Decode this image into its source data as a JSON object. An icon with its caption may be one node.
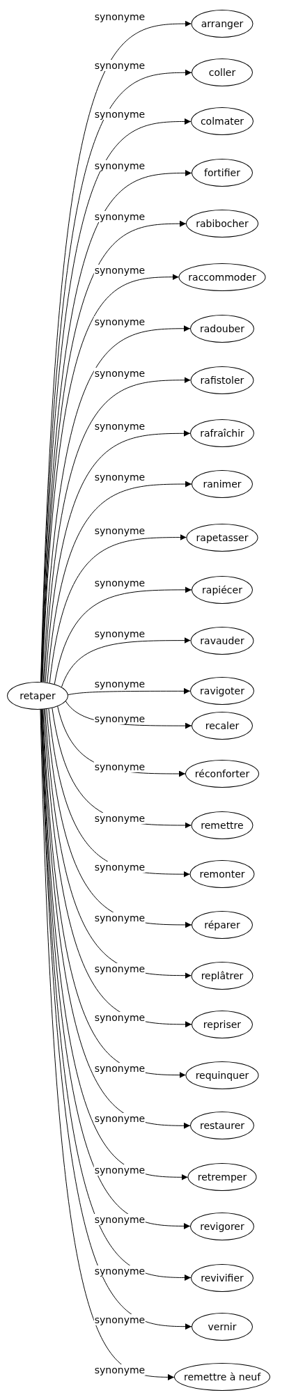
{
  "diagram": {
    "nodes": [
      {
        "text": [
          "retaper"
        ]
      },
      {
        "text": [
          "arranger"
        ]
      },
      {
        "text": [
          "coller"
        ]
      },
      {
        "text": [
          "colmater"
        ]
      },
      {
        "text": [
          "fortifier"
        ]
      },
      {
        "text": [
          "rabibocher"
        ]
      },
      {
        "text": [
          "raccommoder"
        ]
      },
      {
        "text": [
          "radouber"
        ]
      },
      {
        "text": [
          "rafistoler"
        ]
      },
      {
        "text": [
          "rafraîchir"
        ]
      },
      {
        "text": [
          "ranimer"
        ]
      },
      {
        "text": [
          "rapetasser"
        ]
      },
      {
        "text": [
          "rapiécer"
        ]
      },
      {
        "text": [
          "ravauder"
        ]
      },
      {
        "text": [
          "ravigoter"
        ]
      },
      {
        "text": [
          "recaler"
        ]
      },
      {
        "text": [
          "réconforter"
        ]
      },
      {
        "text": [
          "remettre"
        ]
      },
      {
        "text": [
          "remonter"
        ]
      },
      {
        "text": [
          "réparer"
        ]
      },
      {
        "text": [
          "replâtrer"
        ]
      },
      {
        "text": [
          "repriser"
        ]
      },
      {
        "text": [
          "requinquer"
        ]
      },
      {
        "text": [
          "restaurer"
        ]
      },
      {
        "text": [
          "retremper"
        ]
      },
      {
        "text": [
          "revigorer"
        ]
      },
      {
        "text": [
          "revivifier"
        ]
      },
      {
        "text": [
          "vernir"
        ]
      },
      {
        "text": [
          "remettre à neuf"
        ]
      }
    ],
    "edges": [
      {
        "from": 0,
        "to": 1,
        "arrow": "to",
        "label": "synonyme"
      },
      {
        "from": 0,
        "to": 2,
        "arrow": "to",
        "label": "synonyme"
      },
      {
        "from": 0,
        "to": 3,
        "arrow": "to",
        "label": "synonyme"
      },
      {
        "from": 0,
        "to": 4,
        "arrow": "to",
        "label": "synonyme"
      },
      {
        "from": 0,
        "to": 5,
        "arrow": "to",
        "label": "synonyme"
      },
      {
        "from": 0,
        "to": 6,
        "arrow": "to",
        "label": "synonyme"
      },
      {
        "from": 0,
        "to": 7,
        "arrow": "to",
        "label": "synonyme"
      },
      {
        "from": 0,
        "to": 8,
        "arrow": "to",
        "label": "synonyme"
      },
      {
        "from": 0,
        "to": 9,
        "arrow": "to",
        "label": "synonyme"
      },
      {
        "from": 0,
        "to": 10,
        "arrow": "to",
        "label": "synonyme"
      },
      {
        "from": 0,
        "to": 11,
        "arrow": "to",
        "label": "synonyme"
      },
      {
        "from": 0,
        "to": 12,
        "arrow": "to",
        "label": "synonyme"
      },
      {
        "from": 0,
        "to": 13,
        "arrow": "to",
        "label": "synonyme"
      },
      {
        "from": 0,
        "to": 14,
        "arrow": "to",
        "label": "synonyme"
      },
      {
        "from": 0,
        "to": 15,
        "arrow": "to",
        "label": "synonyme"
      },
      {
        "from": 0,
        "to": 16,
        "arrow": "to",
        "label": "synonyme"
      },
      {
        "from": 0,
        "to": 17,
        "arrow": "to",
        "label": "synonyme"
      },
      {
        "from": 0,
        "to": 18,
        "arrow": "to",
        "label": "synonyme"
      },
      {
        "from": 0,
        "to": 19,
        "arrow": "to",
        "label": "synonyme"
      },
      {
        "from": 0,
        "to": 20,
        "arrow": "to",
        "label": "synonyme"
      },
      {
        "from": 0,
        "to": 21,
        "arrow": "to",
        "label": "synonyme"
      },
      {
        "from": 0,
        "to": 22,
        "arrow": "to",
        "label": "synonyme"
      },
      {
        "from": 0,
        "to": 23,
        "arrow": "to",
        "label": "synonyme"
      },
      {
        "from": 0,
        "to": 24,
        "arrow": "to",
        "label": "synonyme"
      },
      {
        "from": 0,
        "to": 25,
        "arrow": "to",
        "label": "synonyme"
      },
      {
        "from": 0,
        "to": 26,
        "arrow": "to",
        "label": "synonyme"
      },
      {
        "from": 0,
        "to": 27,
        "arrow": "to",
        "label": "synonyme"
      },
      {
        "from": 0,
        "to": 28,
        "arrow": "to",
        "label": "synonyme"
      }
    ]
  }
}
